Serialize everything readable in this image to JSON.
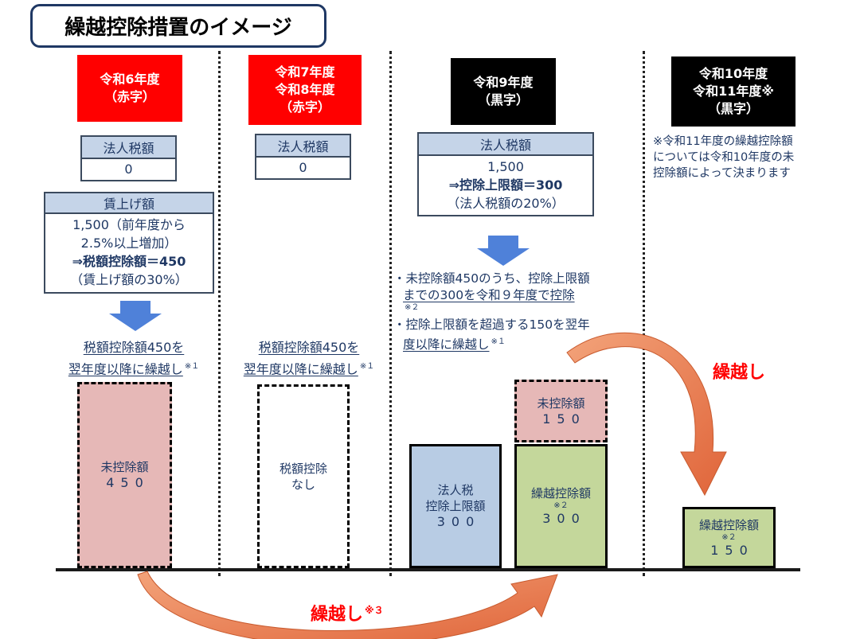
{
  "title": "繰越控除措置のイメージ",
  "columns": [
    {
      "year_lines": [
        "令和6年度",
        "（赤字）"
      ],
      "type": "red"
    },
    {
      "year_lines": [
        "令和7年度",
        "令和8年度",
        "（赤字）"
      ],
      "type": "red"
    },
    {
      "year_lines": [
        "令和9年度",
        "（黒字）"
      ],
      "type": "black"
    },
    {
      "year_lines": [
        "令和10年度",
        "令和11年度※",
        "（黒字）"
      ],
      "type": "black"
    }
  ],
  "tax_boxes": {
    "col1": {
      "label": "法人税額",
      "value": "0"
    },
    "col2": {
      "label": "法人税額",
      "value": "0"
    },
    "col3": {
      "label": "法人税額",
      "line1": "1,500",
      "line2": "⇒控除上限額＝300",
      "line3": "（法人税額の20%）"
    }
  },
  "wage_box": {
    "label": "賃上げ額",
    "line1": "1,500（前年度から",
    "line2": "2.5%以上増加）",
    "line3": "⇒税額控除額＝450",
    "line4": "（賃上げ額の30%）"
  },
  "notes": {
    "col1_line1": "税額控除額450を",
    "col1_line2": "翌年度以降に繰越し",
    "col2_line1": "税額控除額450を",
    "col2_line2": "翌年度以降に繰越し",
    "col3_b1_a": "・未控除額450のうち、控除上限額",
    "col3_b1_b": "までの300を令和９年度で控除",
    "col3_b2_a": "・控除上限額を超過する150を翌年",
    "col3_b2_b": "度以降に繰越し",
    "col4_1": "※令和11年度の繰越控除額",
    "col4_2": "については令和10年度の未",
    "col4_3": "控除額によって決まります",
    "mark1": "※１",
    "mark2": "※２"
  },
  "bars": {
    "b1": {
      "label": "未控除額",
      "value": "450"
    },
    "b2": {
      "label1": "税額控除",
      "label2": "なし"
    },
    "b3": {
      "label1": "法人税",
      "label2": "控除上限額",
      "value": "300"
    },
    "b4": {
      "label": "未控除額",
      "value": "150"
    },
    "b5": {
      "label": "繰越控除額",
      "mark": "※２",
      "value": "300"
    },
    "b6": {
      "label": "繰越控除額",
      "mark": "※２",
      "value": "150"
    }
  },
  "arrows": {
    "bottom_label": "繰越し",
    "bottom_mark": "※３",
    "right_label": "繰越し"
  },
  "colors": {
    "red_header": "#ff0000",
    "black_header": "#000000",
    "label_fill": "#c5d4e8",
    "pink_bar": "#e6b8b7",
    "blue_bar": "#b8cce4",
    "green_bar": "#c4d79b",
    "down_arrow": "#4f81d9",
    "curve_arrow": "#e8734a",
    "text": "#1f3864"
  }
}
